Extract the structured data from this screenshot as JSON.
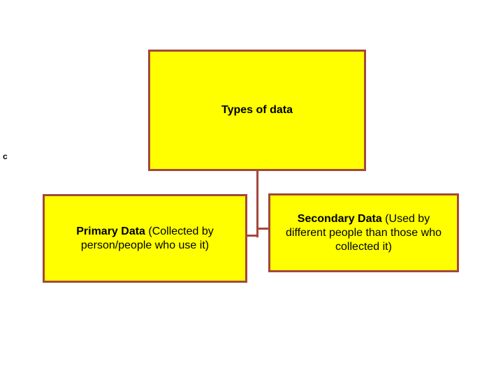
{
  "colors": {
    "canvas_bg": "#ffffff",
    "box_fill": "#ffff00",
    "box_border": "#a3483d",
    "text": "#000000"
  },
  "diagram": {
    "root_box": {
      "label": "Types of data"
    },
    "primary_box": {
      "lines": [
        {
          "bold": "Primary Data",
          "rest": " (Collected by"
        },
        {
          "rest": "person/people who use it)"
        }
      ],
      "full_text": "Primary Data (Collected by person/people who use it)"
    },
    "secondary_box": {
      "lines": [
        {
          "bold": "Secondary Data",
          "rest": " (Used by"
        },
        {
          "rest": "different people than those who"
        },
        {
          "rest": "collected it)"
        }
      ],
      "full_text": "Secondary Data (Used by different people than those who collected it)"
    },
    "stray_text": "c"
  }
}
